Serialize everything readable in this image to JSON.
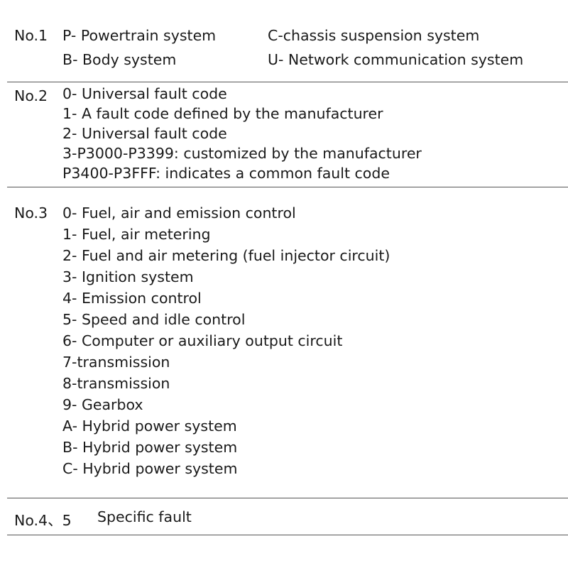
{
  "section1": {
    "number": "No.1",
    "items": [
      "P- Powertrain system",
      "C-chassis suspension system",
      "B- Body system",
      "U- Network communication system"
    ]
  },
  "section2": {
    "number": "No.2",
    "lines": [
      "0- Universal fault code",
      "1- A fault code defined by the manufacturer",
      "2- Universal fault code",
      "3-P3000-P3399: customized by the manufacturer",
      "P3400-P3FFF: indicates a common fault code"
    ]
  },
  "section3": {
    "number": "No.3",
    "lines": [
      "0- Fuel, air and emission control",
      "1- Fuel, air metering",
      "2- Fuel and air metering (fuel injector circuit)",
      "3- Ignition system",
      "4- Emission control",
      "5- Speed and idle control",
      "6- Computer or auxiliary output circuit",
      "7-transmission",
      "8-transmission",
      "9- Gearbox",
      "A- Hybrid power system",
      "B- Hybrid power system",
      "C- Hybrid power system"
    ]
  },
  "section4": {
    "number": "No.4、5",
    "text": "Specific fault"
  }
}
